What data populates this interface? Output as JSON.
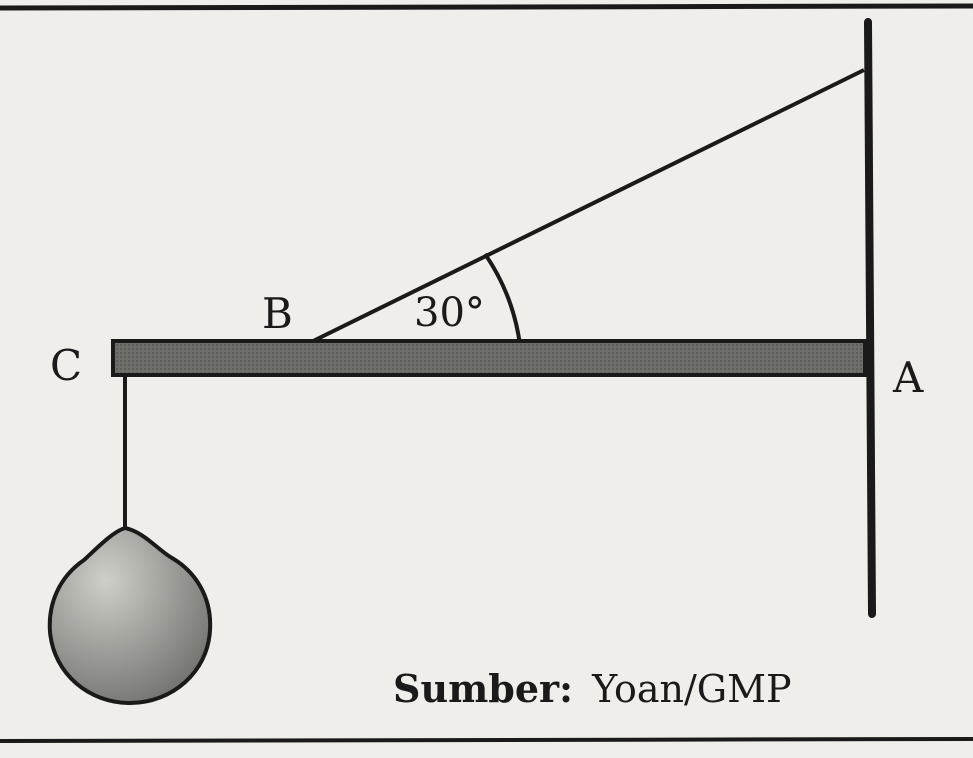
{
  "labels": {
    "point_a": "A",
    "point_b": "B",
    "point_c": "C",
    "angle": "30°"
  },
  "credit": {
    "prefix": "Sumber:",
    "source": "Yoan/GMP"
  },
  "colors": {
    "background": "#efeeea",
    "ink": "#1a1a1a",
    "beam_fill": "#6a6a66",
    "weight_light": "#c9c9c4",
    "weight_dark": "#6f6f6b"
  }
}
